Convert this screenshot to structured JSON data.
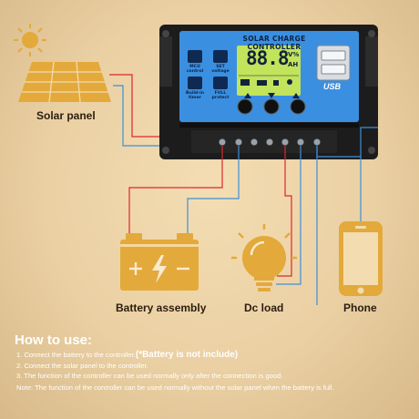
{
  "controller": {
    "title": "SOLAR CHARGE CONTROLLER",
    "display_value": "88.8",
    "display_unit_v": "V%",
    "display_unit_a": "AH",
    "btn_mcu": "MCU\ncontrol",
    "btn_set": "SET\nvoltage",
    "btn_build": "Build-in\ntimer",
    "btn_full": "FULL\nprotect",
    "usb_label": "USB"
  },
  "labels": {
    "solar_panel": "Solar panel",
    "battery": "Battery assembly",
    "dc_load": "Dc load",
    "phone": "Phone"
  },
  "instructions": {
    "title": "How to use:",
    "step1": "1. Connect the battery to the controller.",
    "step1_highlight": "(*Battery is not include)",
    "step2": "2. Connect the solar panel to the controller.",
    "step3": "3. The function of the controller can be used normally only after the connection is good.",
    "note": "Note: The function of the controller can be used normally without the solar panel when the battery is full."
  },
  "colors": {
    "wire_positive": "#e0262b",
    "wire_negative": "#3d8fd8",
    "icon_gold": "#e3a93a",
    "controller_body": "#1c1c1c",
    "controller_face": "#3b8fe0"
  }
}
